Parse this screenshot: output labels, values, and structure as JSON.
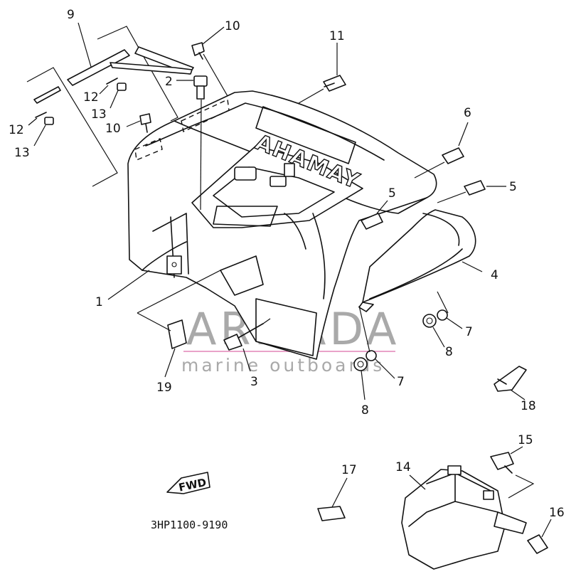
{
  "diagram": {
    "parts": {
      "p1": "1",
      "p2": "2",
      "p3": "3",
      "p4": "4",
      "p5a": "5",
      "p5b": "5",
      "p6": "6",
      "p7a": "7",
      "p7b": "7",
      "p8a": "8",
      "p8b": "8",
      "p9": "9",
      "p10a": "10",
      "p10b": "10",
      "p11": "11",
      "p12a": "12",
      "p12b": "12",
      "p13a": "13",
      "p13b": "13",
      "p14": "14",
      "p15": "15",
      "p16": "16",
      "p17": "17",
      "p18": "18",
      "p19": "19"
    },
    "brand_logo": "YAMAHA",
    "fwd_label": "FWD",
    "drawing_code": "3HP1100-9190",
    "watermark": {
      "title": "ARMADA",
      "subtitle": "marine outboards"
    }
  }
}
